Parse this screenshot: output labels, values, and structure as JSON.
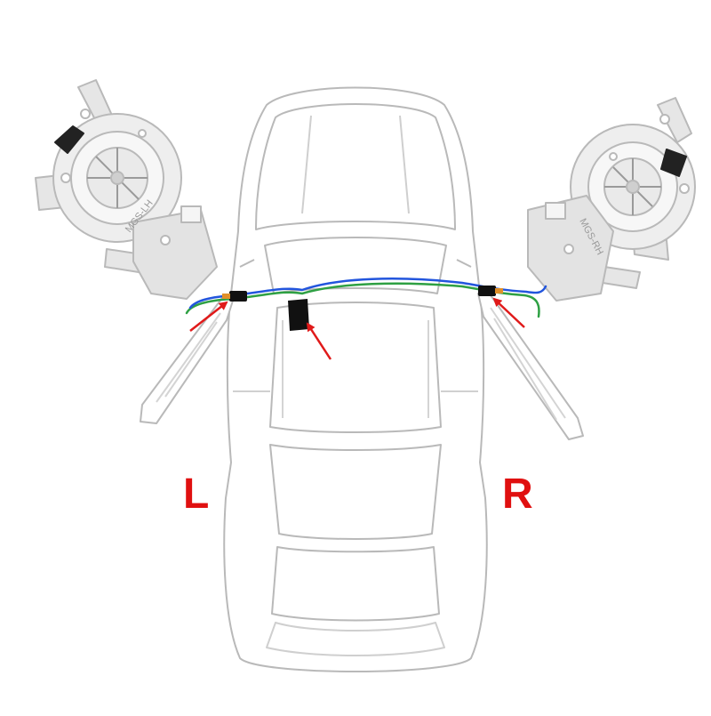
{
  "labels": {
    "left": "L",
    "right": "R"
  },
  "regulator_left": {
    "stamp": "MGS-LH"
  },
  "regulator_right": {
    "stamp": "MGS-RH"
  },
  "colors": {
    "label": "#e01010",
    "arrow": "#e01a1a",
    "wire_blue": "#2255dd",
    "wire_green": "#2ea043",
    "outline": "#b9b9b9",
    "metal": "#e6e6e6",
    "connector": "#111111"
  },
  "arrow_count": 3
}
